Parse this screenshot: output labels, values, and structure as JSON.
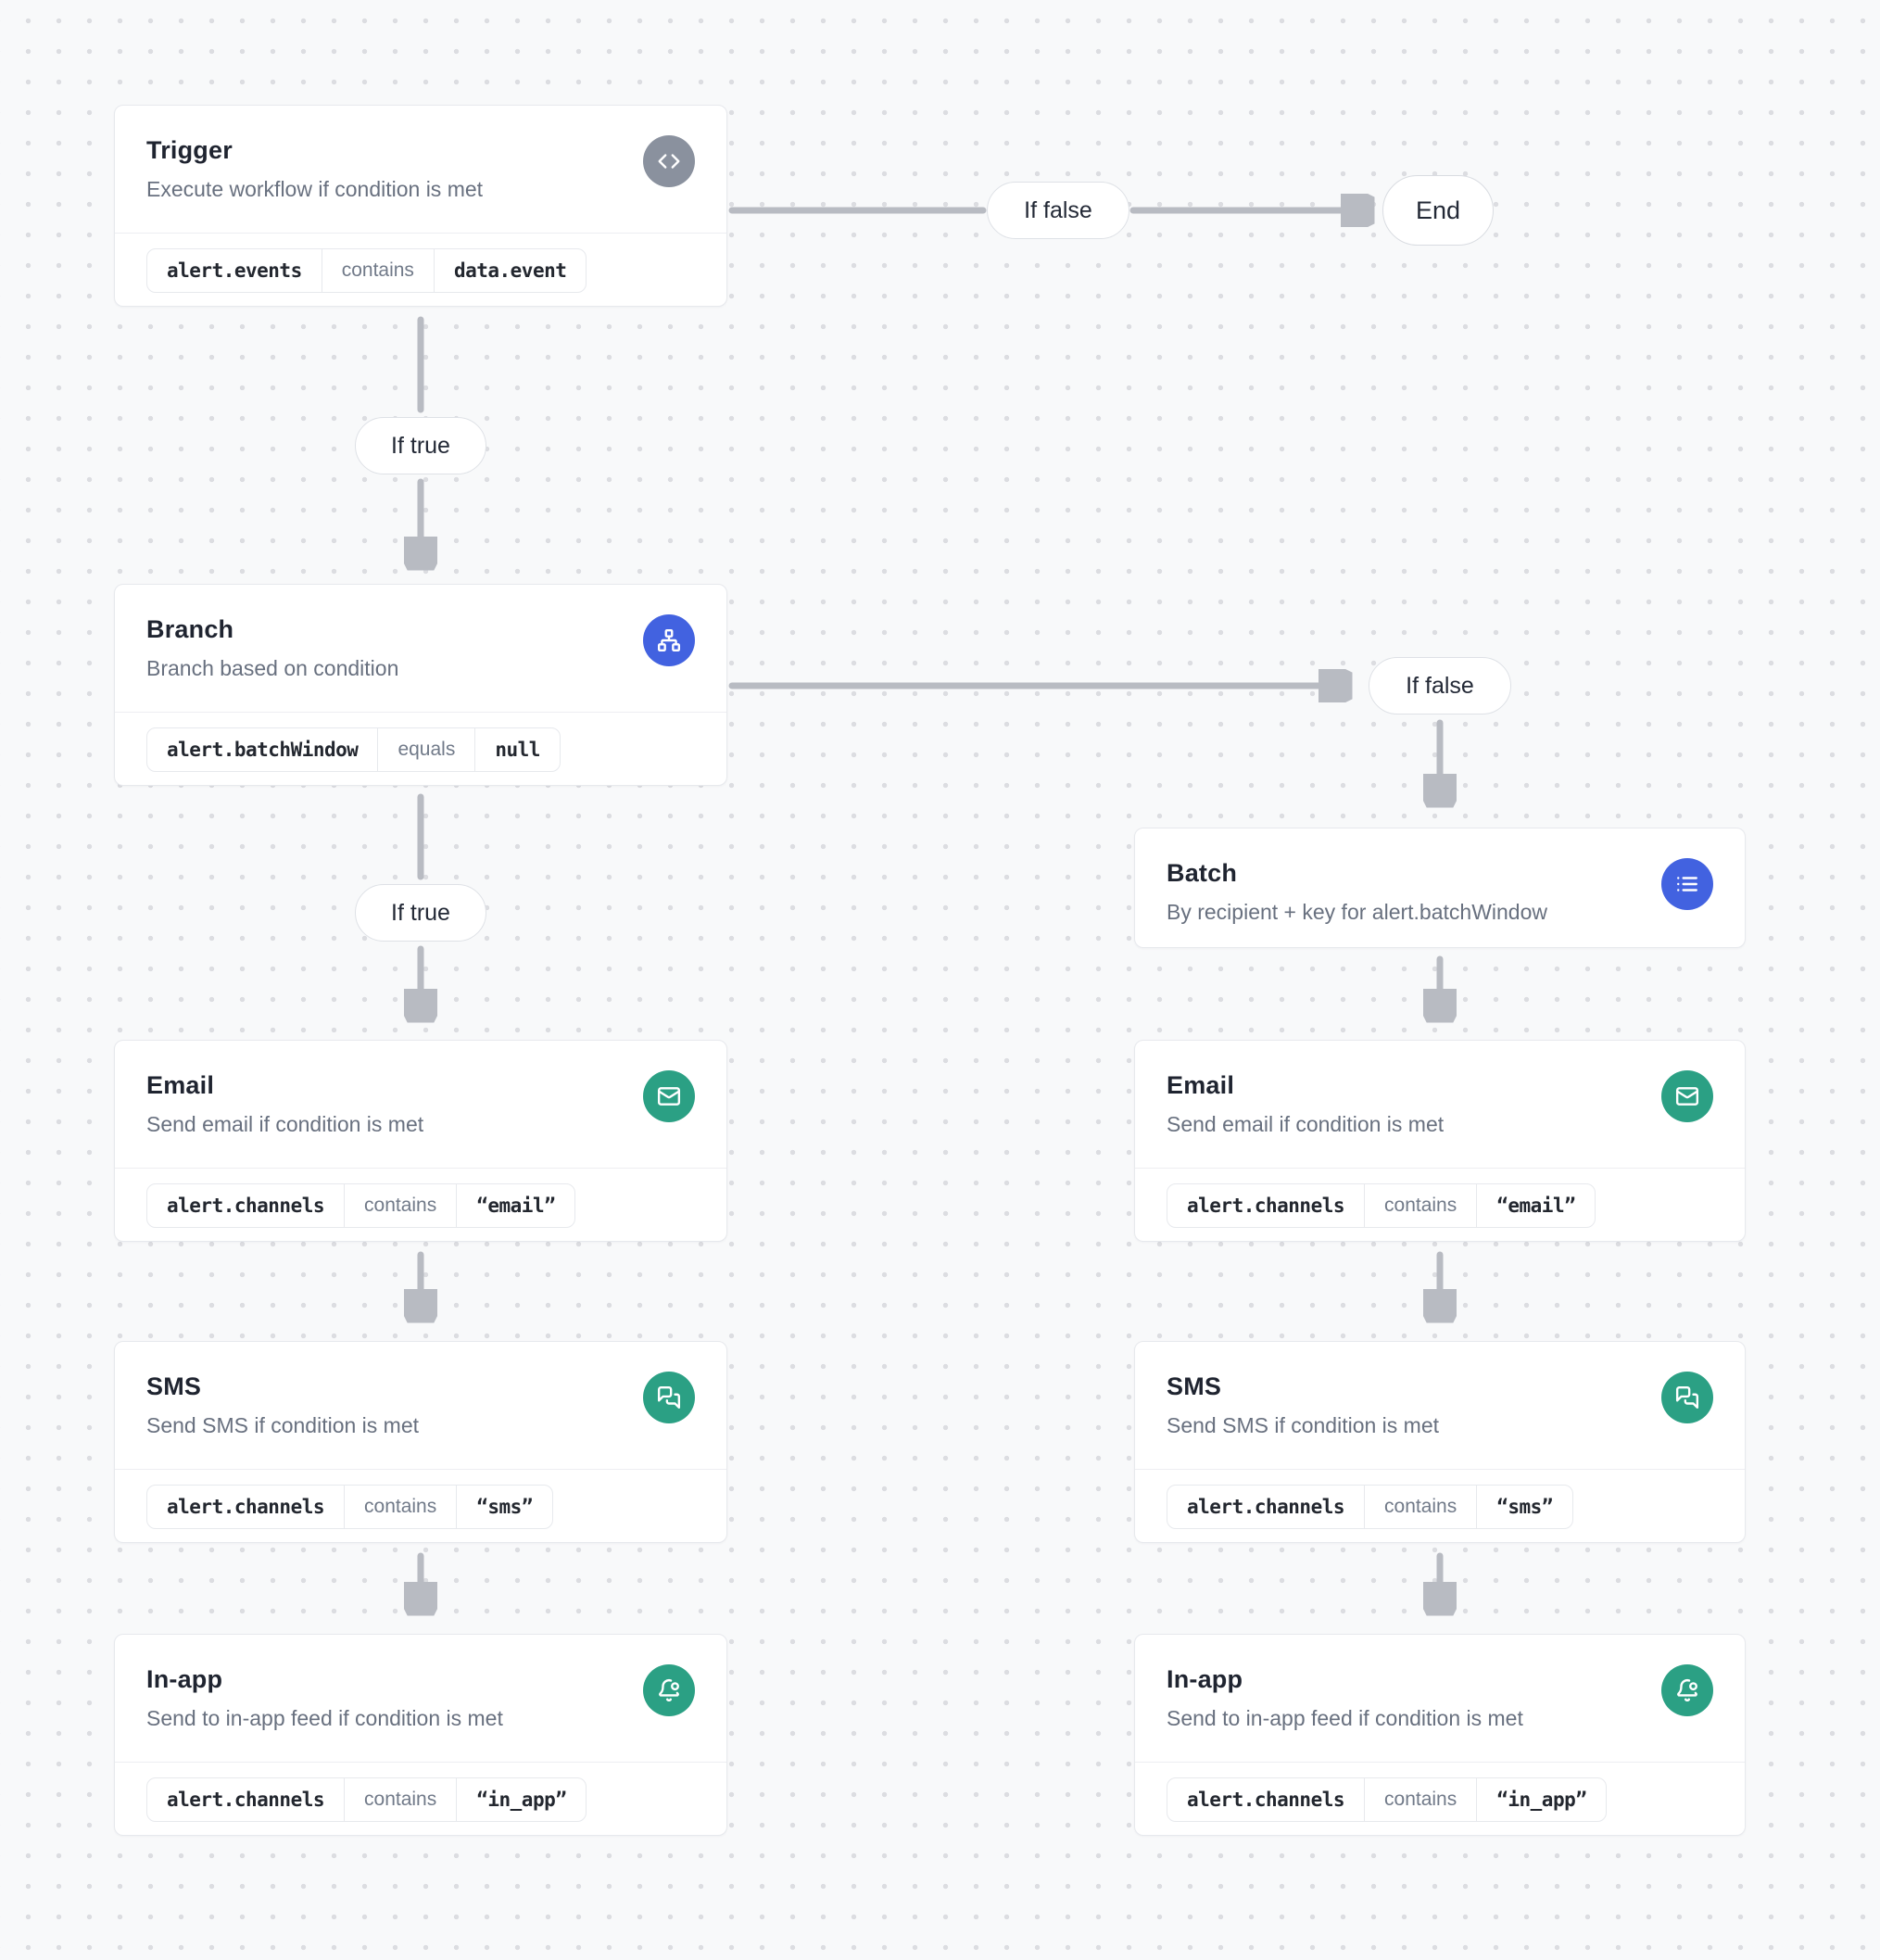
{
  "colors": {
    "background": "#f8f9fa",
    "dot_grid": "#dcdde1",
    "card_background": "#ffffff",
    "card_border": "#e7e9ed",
    "arrow": "#b8bbc2",
    "icon_gray": "#8a919e",
    "icon_blue": "#4262e0",
    "icon_green": "#2ba084"
  },
  "edge_labels": {
    "if_true": "If true",
    "if_false": "If false"
  },
  "end_node": {
    "label": "End"
  },
  "nodes": {
    "trigger": {
      "title": "Trigger",
      "subtitle": "Execute workflow if condition is met",
      "icon": "code-icon",
      "condition": {
        "field": "alert.events",
        "operator": "contains",
        "value": "data.event"
      }
    },
    "branch": {
      "title": "Branch",
      "subtitle": "Branch based on condition",
      "icon": "sitemap-icon",
      "condition": {
        "field": "alert.batchWindow",
        "operator": "equals",
        "value": "null"
      }
    },
    "batch": {
      "title": "Batch",
      "subtitle": "By recipient + key for alert.batchWindow",
      "icon": "list-icon"
    },
    "email": {
      "title": "Email",
      "subtitle": "Send email if condition is met",
      "icon": "mail-icon",
      "condition": {
        "field": "alert.channels",
        "operator": "contains",
        "value": "“email”"
      }
    },
    "sms": {
      "title": "SMS",
      "subtitle": "Send SMS if condition is met",
      "icon": "chat-icon",
      "condition": {
        "field": "alert.channels",
        "operator": "contains",
        "value": "“sms”"
      }
    },
    "in_app": {
      "title": "In-app",
      "subtitle": "Send to in-app feed if condition is met",
      "icon": "bell-dot-icon",
      "condition": {
        "field": "alert.channels",
        "operator": "contains",
        "value": "“in_app”"
      }
    }
  }
}
